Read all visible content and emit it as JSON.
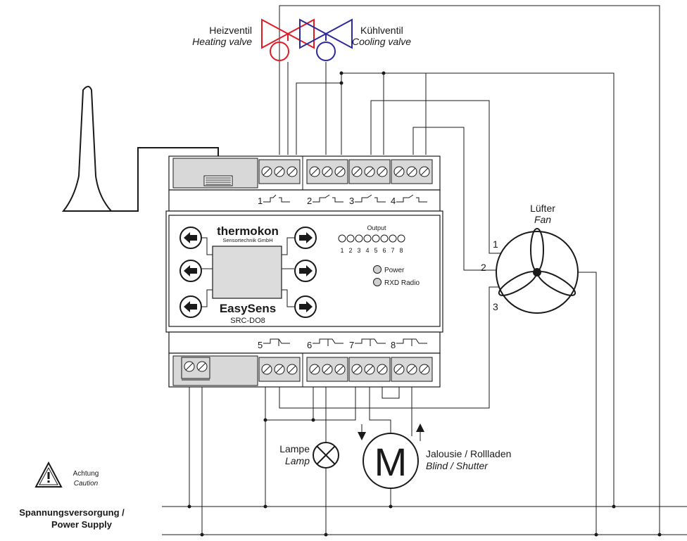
{
  "valves": {
    "heating_de": "Heizventil",
    "heating_en": "Heating valve",
    "cooling_de": "Kühlventil",
    "cooling_en": "Cooling valve",
    "heating_color": "#e01b24",
    "cooling_color": "#2a2a9e"
  },
  "relays": {
    "top": [
      "1",
      "2",
      "3",
      "4"
    ],
    "bottom": [
      "5",
      "6",
      "7",
      "8"
    ]
  },
  "device": {
    "brand": "thermokon",
    "brand_sub": "Sensortechnik GmbH",
    "name": "EasySens",
    "model": "SRC-DO8",
    "output_label": "Output",
    "output_numbers": [
      "1",
      "2",
      "3",
      "4",
      "5",
      "6",
      "7",
      "8"
    ],
    "power_label": "Power",
    "rxd_label": "RXD Radio"
  },
  "fan": {
    "label_de": "Lüfter",
    "label_en": "Fan",
    "speeds": [
      "1",
      "2",
      "3"
    ]
  },
  "lamp": {
    "label_de": "Lampe",
    "label_en": "Lamp"
  },
  "motor": {
    "symbol": "M",
    "label_de": "Jalousie / Rollladen",
    "label_en": "Blind / Shutter"
  },
  "caution": {
    "label_de": "Achtung",
    "label_en": "Caution",
    "icon": "warning-triangle-icon"
  },
  "power_supply": {
    "label_de": "Spannungsversorgung /",
    "label_en": "Power Supply"
  }
}
